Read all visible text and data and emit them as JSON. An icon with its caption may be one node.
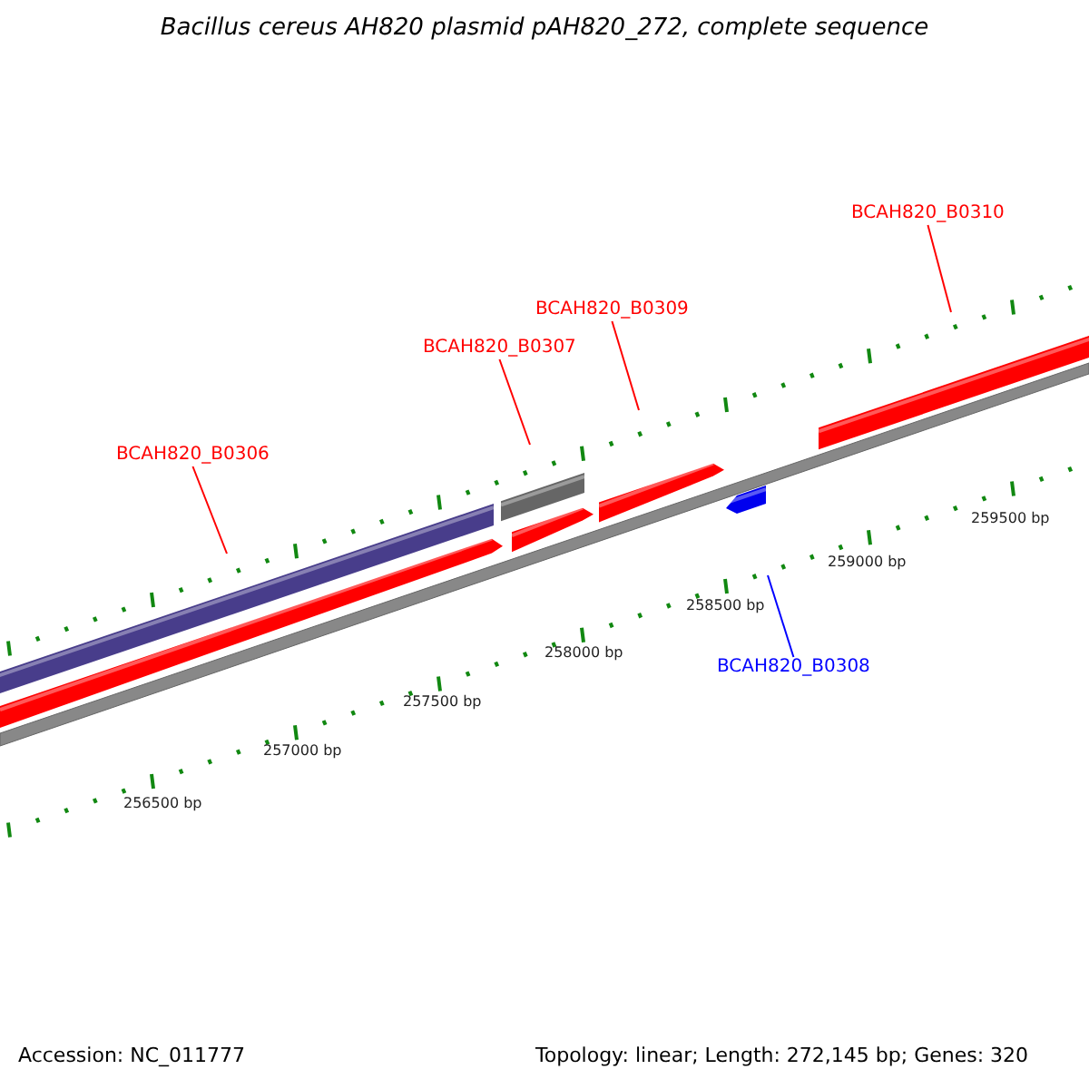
{
  "diagram": {
    "title": "Bacillus cereus AH820 plasmid pAH820_272, complete sequence",
    "nodes": [
      {
        "text": [
          "BCAH820_B0306"
        ]
      },
      {
        "text": [
          "BCAH820_B0307"
        ]
      },
      {
        "text": [
          "BCAH820_B0309"
        ]
      },
      {
        "text": [
          "BCAH820_B0310"
        ]
      },
      {
        "text": [
          "BCAH820_B0308"
        ]
      }
    ],
    "edges": [
      {
        "from": 0,
        "to": null,
        "arrow": "none"
      },
      {
        "from": 1,
        "to": null,
        "arrow": "none"
      },
      {
        "from": 2,
        "to": null,
        "arrow": "none"
      },
      {
        "from": 3,
        "to": null,
        "arrow": "none"
      },
      {
        "from": 4,
        "to": null,
        "arrow": "none",
        "color": "#0000ff"
      }
    ],
    "labels": [
      "259500 bp",
      "259000 bp",
      "258500 bp",
      "258000 bp",
      "257500 bp",
      "257000 bp",
      "256500 bp",
      "Accession: NC_011777",
      "Topology: linear; Length: 272,145 bp; Genes: 320"
    ]
  }
}
